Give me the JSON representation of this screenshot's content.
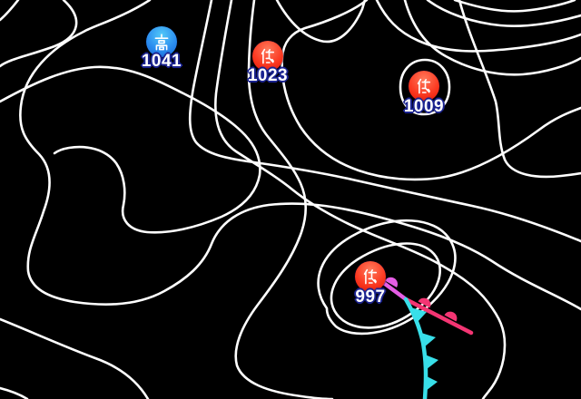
{
  "map": {
    "kind": "surface-pressure-weather-map",
    "background_color": "#000000",
    "isobar_color": "#ffffff"
  },
  "pressure_centers": [
    {
      "id": "high-1041",
      "type": "high",
      "symbol": "高",
      "symbol_meaning": "High pressure",
      "value": "1041",
      "chip_color_top": "#52c9f8",
      "chip_color_bottom": "#1666d6",
      "label_color": "#ffffff",
      "label_outline_color": "#1b2390"
    },
    {
      "id": "low-1023",
      "type": "low",
      "symbol": "低",
      "symbol_meaning": "Low pressure",
      "value": "1023",
      "chip_color_top": "#ff7a5c",
      "chip_color_bottom": "#e21500",
      "label_color": "#ffffff",
      "label_outline_color": "#1b2390"
    },
    {
      "id": "low-1009",
      "type": "low",
      "symbol": "低",
      "symbol_meaning": "Low pressure",
      "value": "1009",
      "chip_color_top": "#ff7a5c",
      "chip_color_bottom": "#e21500",
      "label_color": "#ffffff",
      "label_outline_color": "#1b2390"
    },
    {
      "id": "low-997",
      "type": "low",
      "symbol": "低",
      "symbol_meaning": "Low pressure",
      "value": "997",
      "chip_color_top": "#ff7a5c",
      "chip_color_bottom": "#e21500",
      "label_color": "#ffffff",
      "label_outline_color": "#1b2390"
    }
  ],
  "fronts": [
    {
      "type": "occluded-front",
      "color": "#e55de5",
      "attached_to": "low-997"
    },
    {
      "type": "warm-front",
      "color": "#f43573",
      "attached_to": "low-997"
    },
    {
      "type": "cold-front",
      "color": "#38dfe9",
      "attached_to": "low-997"
    }
  ]
}
